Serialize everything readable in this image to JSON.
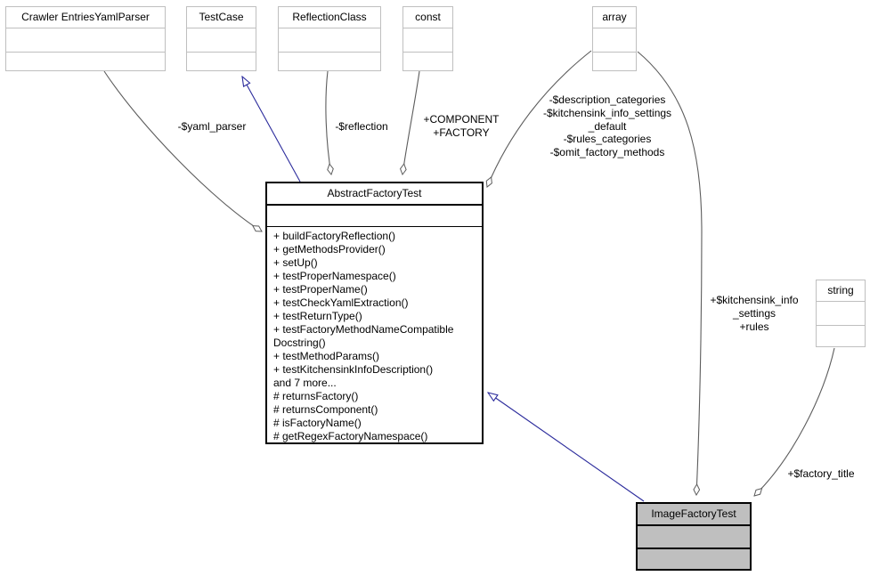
{
  "diagram": {
    "kind": "uml-collaboration-diagram",
    "nodes": {
      "crawler": {
        "title": "Crawler EntriesYamlParser"
      },
      "testcase": {
        "title": "TestCase"
      },
      "reflectionclass": {
        "title": "ReflectionClass"
      },
      "const": {
        "title": "const"
      },
      "array": {
        "title": "array"
      },
      "string": {
        "title": "string"
      },
      "abstract_factory_test": {
        "title": "AbstractFactoryTest",
        "methods": [
          "+ buildFactoryReflection()",
          "+ getMethodsProvider()",
          "+ setUp()",
          "+ testProperNamespace()",
          "+ testProperName()",
          "+ testCheckYamlExtraction()",
          "+ testReturnType()",
          "+ testFactoryMethodNameCompatible",
          "Docstring()",
          "+ testMethodParams()",
          "+ testKitchensinkInfoDescription()",
          "and 7 more...",
          "# returnsFactory()",
          "# returnsComponent()",
          "# isFactoryName()",
          "# getRegexFactoryNamespace()"
        ]
      },
      "image_factory_test": {
        "title": "ImageFactoryTest"
      }
    },
    "edges": [
      {
        "from": "Crawler EntriesYamlParser",
        "to": "AbstractFactoryTest",
        "type": "aggregation",
        "label": "-$yaml_parser"
      },
      {
        "from": "AbstractFactoryTest",
        "to": "TestCase",
        "type": "inheritance",
        "label": ""
      },
      {
        "from": "ReflectionClass",
        "to": "AbstractFactoryTest",
        "type": "aggregation",
        "label": "-$reflection"
      },
      {
        "from": "const",
        "to": "AbstractFactoryTest",
        "type": "aggregation",
        "label": "+COMPONENT\n+FACTORY"
      },
      {
        "from": "array",
        "to": "AbstractFactoryTest",
        "type": "aggregation",
        "label": "-$description_categories\n-$kitchensink_info_settings\n_default\n-$rules_categories\n-$omit_factory_methods"
      },
      {
        "from": "array",
        "to": "ImageFactoryTest",
        "type": "aggregation",
        "label": "+$kitchensink_info\n_settings\n+rules"
      },
      {
        "from": "string",
        "to": "ImageFactoryTest",
        "type": "aggregation",
        "label": "+$factory_title"
      },
      {
        "from": "ImageFactoryTest",
        "to": "AbstractFactoryTest",
        "type": "inheritance",
        "label": ""
      }
    ],
    "colors": {
      "edge": "#5c5c5c",
      "inheritance": "#2b2b9c",
      "external_box_border": "#bfbfbf",
      "main_box_border": "#000000",
      "highlight_fill": "#bfbfbf",
      "background": "#ffffff",
      "text": "#000000"
    }
  }
}
